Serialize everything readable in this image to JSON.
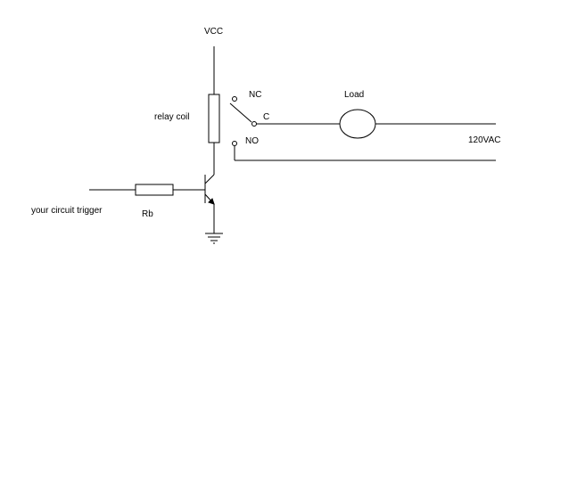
{
  "diagram": {
    "labels": {
      "vcc": "VCC",
      "relay_coil": "relay coil",
      "nc": "NC",
      "c": "C",
      "no": "NO",
      "load": "Load",
      "supply": "120VAC",
      "trigger": "your circuit trigger",
      "rb": "Rb"
    },
    "colors": {
      "stroke": "#000000",
      "background": "#ffffff"
    }
  }
}
